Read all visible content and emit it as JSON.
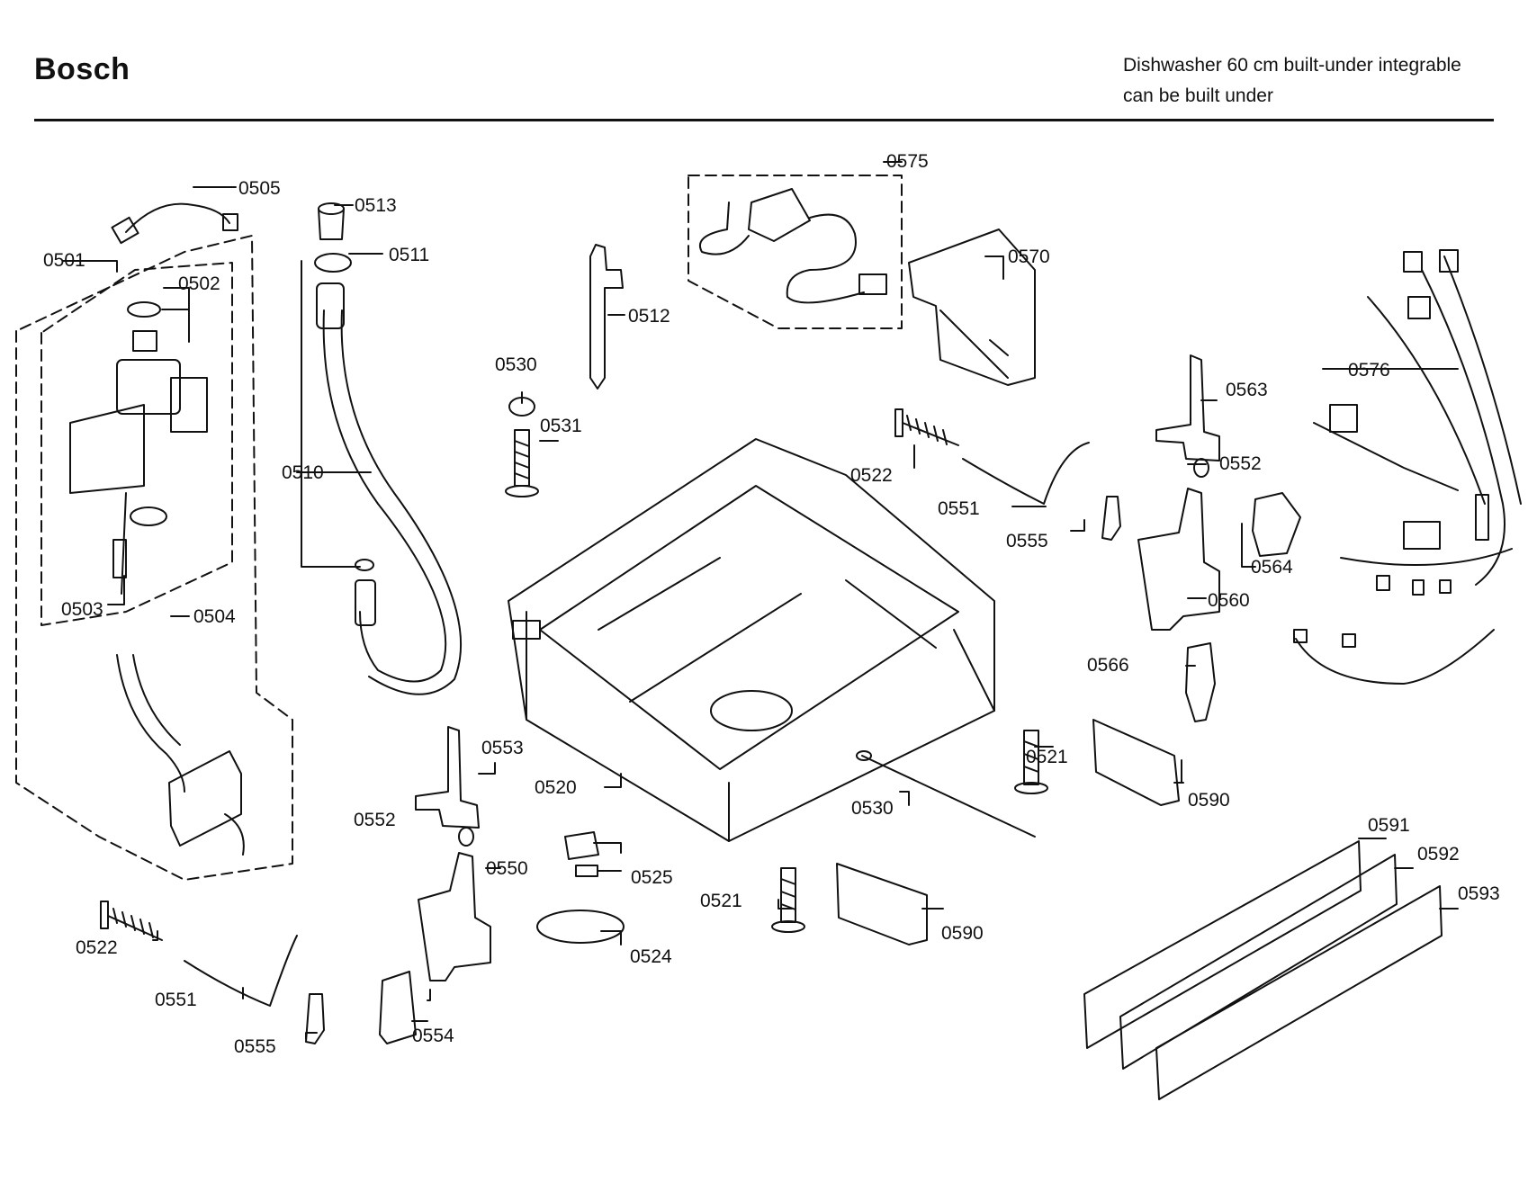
{
  "header": {
    "brand": "Bosch",
    "description_line1": "Dishwasher 60 cm built-under integrable",
    "description_line2": "can be built under"
  },
  "callouts": {
    "c0501": "0501",
    "c0502": "0502",
    "c0503": "0503",
    "c0504": "0504",
    "c0505": "0505",
    "c0510": "0510",
    "c0511": "0511",
    "c0512": "0512",
    "c0513": "0513",
    "c0520": "0520",
    "c0521a": "0521",
    "c0521b": "0521",
    "c0522a": "0522",
    "c0522b": "0522",
    "c0524": "0524",
    "c0525": "0525",
    "c0530a": "0530",
    "c0530b": "0530",
    "c0531": "0531",
    "c0550": "0550",
    "c0551a": "0551",
    "c0551b": "0551",
    "c0552a": "0552",
    "c0552b": "0552",
    "c0553": "0553",
    "c0554": "0554",
    "c0555a": "0555",
    "c0555b": "0555",
    "c0560": "0560",
    "c0563": "0563",
    "c0564": "0564",
    "c0566": "0566",
    "c0570": "0570",
    "c0575": "0575",
    "c0576": "0576",
    "c0590a": "0590",
    "c0590b": "0590",
    "c0591": "0591",
    "c0592": "0592",
    "c0593": "0593"
  }
}
